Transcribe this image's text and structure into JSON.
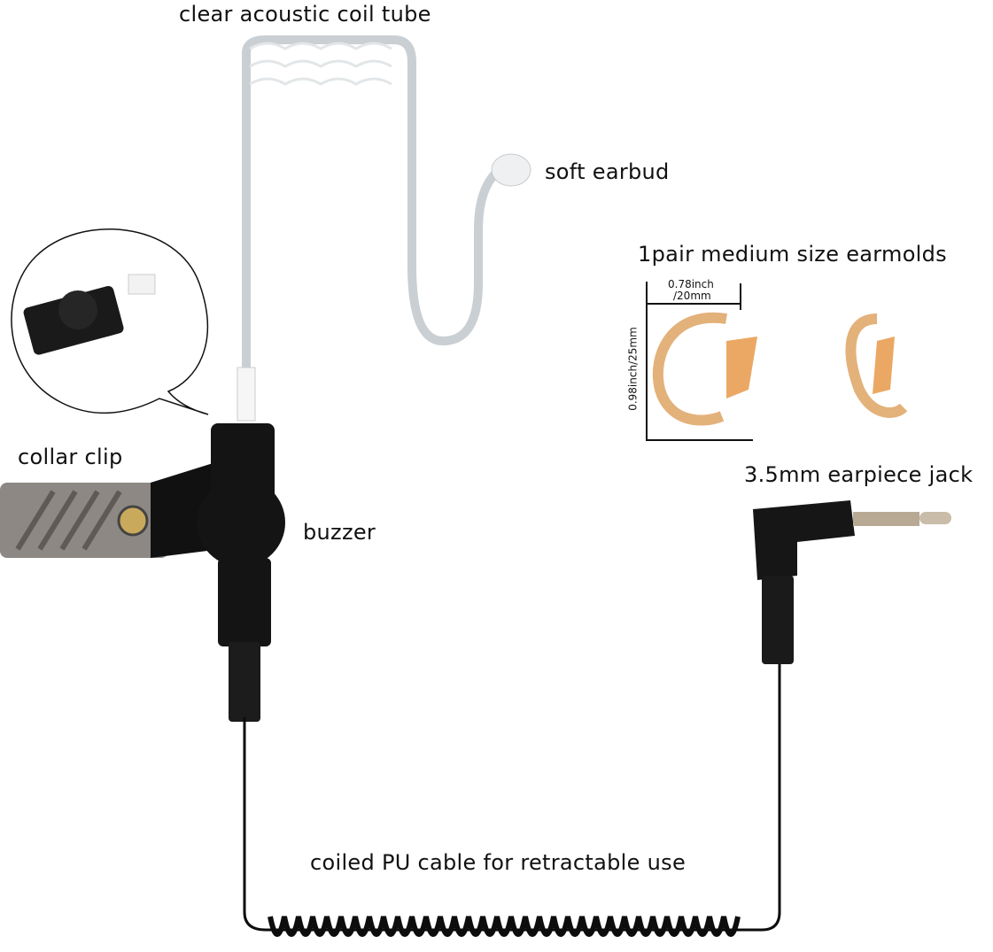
{
  "labels": {
    "tube": "clear acoustic coil tube",
    "earbud": "soft earbud",
    "earmolds": "1pair medium size earmolds",
    "collar_clip": "collar clip",
    "buzzer": "buzzer",
    "jack": "3.5mm earpiece jack",
    "cable": "coiled PU cable for retractable use"
  },
  "dimensions": {
    "width_line1": "0.78inch",
    "width_line2": "/20mm",
    "height": "0.98inch/25mm"
  },
  "colors": {
    "cable": "#0d0d0d",
    "tube": "#d8dde0",
    "earmold": "#e8a55a",
    "clip_metal": "#8a8580"
  }
}
